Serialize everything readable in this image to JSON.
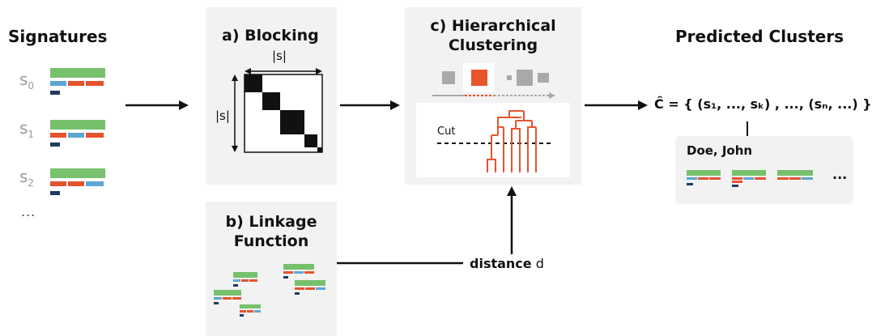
{
  "signatures": {
    "title": "Signatures",
    "labels": [
      {
        "base": "s",
        "sub": "0"
      },
      {
        "base": "s",
        "sub": "1"
      },
      {
        "base": "s",
        "sub": "2"
      }
    ],
    "ellipsis": "..."
  },
  "blocking": {
    "title": "a) Blocking",
    "top_label": "|s|",
    "side_label": "|s|"
  },
  "linkage": {
    "title_line1": "b) Linkage",
    "title_line2": "Function"
  },
  "clustering": {
    "title_line1": "c) Hierarchical",
    "title_line2": "Clustering",
    "cut_label": "Cut"
  },
  "distance": {
    "label": "distance",
    "var": "d"
  },
  "predicted": {
    "title": "Predicted Clusters",
    "formula": "Ĉ = { (s₁, ..., sₖ) , ...,  (sₙ, ...) }",
    "cluster_name": "Doe, John",
    "ellipsis": "..."
  },
  "colors": {
    "green": "#77c06c",
    "red": "#e5532d",
    "blue": "#5ba6d6",
    "gray": "#a9a9a9",
    "navy": "#1f3a5f",
    "panel": "#f1f2f1",
    "orange": "#e8542c"
  }
}
